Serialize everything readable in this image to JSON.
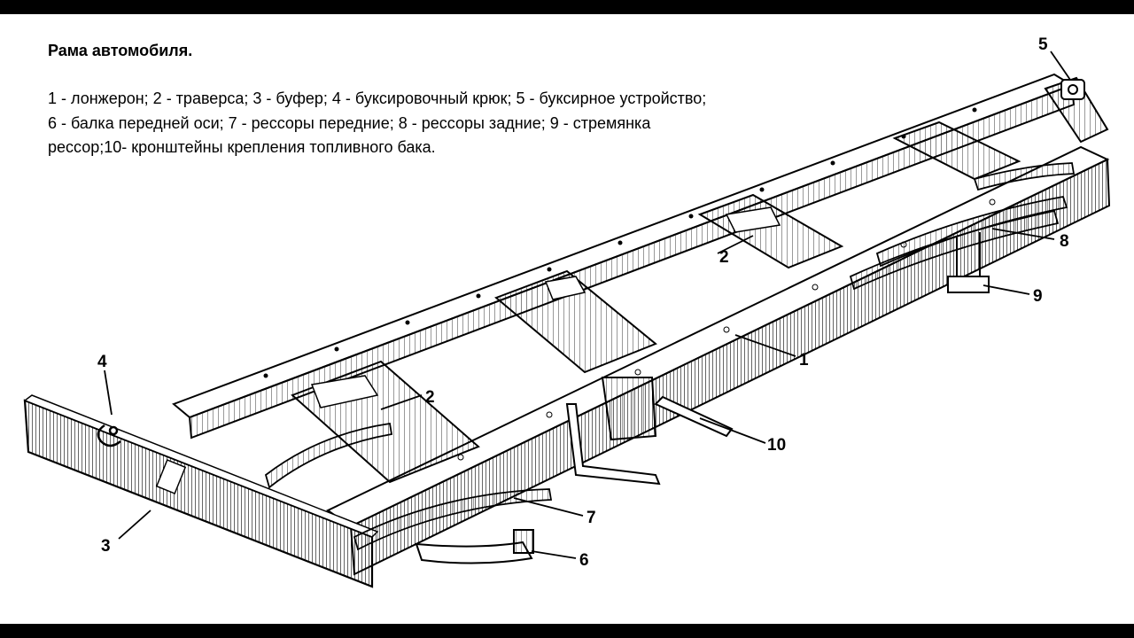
{
  "title": "Рама автомобиля.",
  "legend": {
    "line1": "1 - лонжерон; 2 - траверса; 3 - буфер; 4 - буксировочный крюк; 5 - буксирное устройство;",
    "line2": "6 - балка передней оси; 7 - рессоры передние; 8 - рессоры задние;  9 - стремянка",
    "line3": "рессор;10- кронштейны крепления топливного бака."
  },
  "callouts": {
    "c1": "1",
    "c2a": "2",
    "c2b": "2",
    "c3": "3",
    "c4": "4",
    "c5": "5",
    "c6": "6",
    "c7": "7",
    "c8": "8",
    "c9": "9",
    "c10": "10"
  },
  "colors": {
    "background": "#ffffff",
    "frame": "#000000",
    "letterbox": "#000000"
  }
}
